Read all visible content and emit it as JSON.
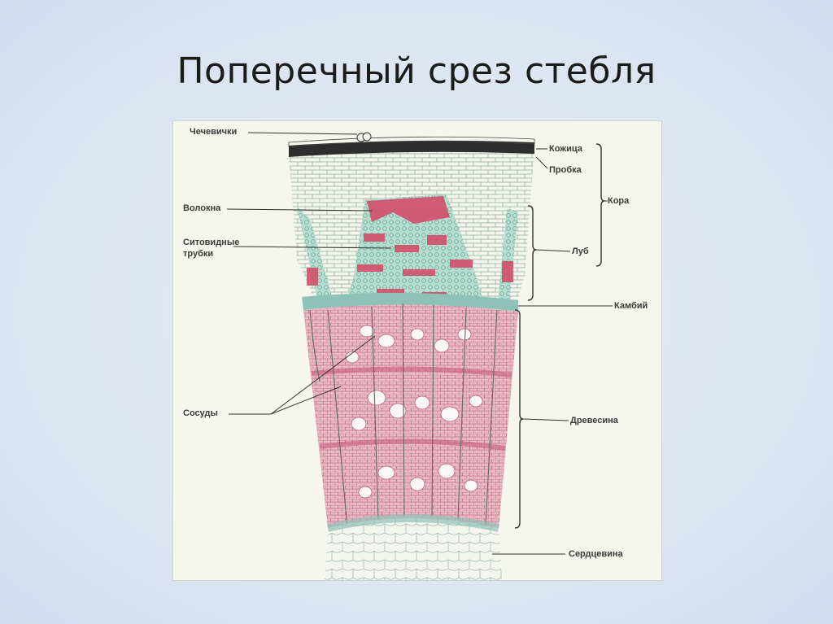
{
  "title": "Поперечный срез стебля",
  "labels": {
    "lenticels": "Чечевички",
    "epidermis": "Кожица",
    "cork": "Пробка",
    "cortex": "Кора",
    "fibers": "Волокна",
    "sieve_tubes_line1": "Ситовидные",
    "sieve_tubes_line2": "трубки",
    "bast": "Луб",
    "cambium": "Камбий",
    "vessels": "Сосуды",
    "wood": "Древесина",
    "pith": "Сердцевина"
  },
  "colors": {
    "fiber_red": "#d2506e",
    "xylem_pink": "#e6aebd",
    "cambium_teal": "#8fc2b6",
    "phloem_green": "#a7d4c6",
    "bark_dark": "#2b2b2b"
  }
}
